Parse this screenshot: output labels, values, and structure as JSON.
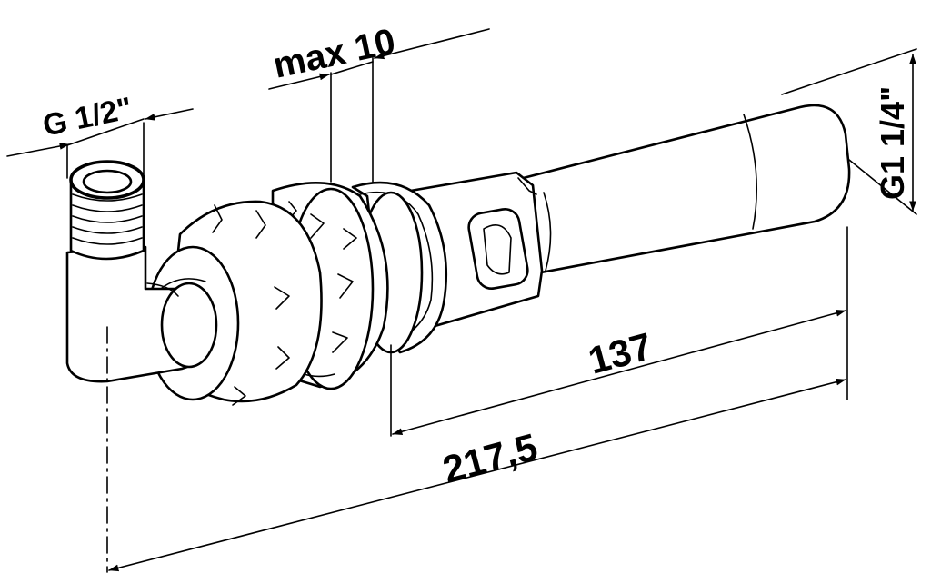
{
  "dimensions": {
    "inlet_thread": "G 1/2\"",
    "outlet_thread": "G1 1/4\"",
    "max_label": "max 10",
    "length_inner": "137",
    "length_total": "217,5"
  },
  "icons": {
    "arrowhead": "arrowhead-icon"
  }
}
